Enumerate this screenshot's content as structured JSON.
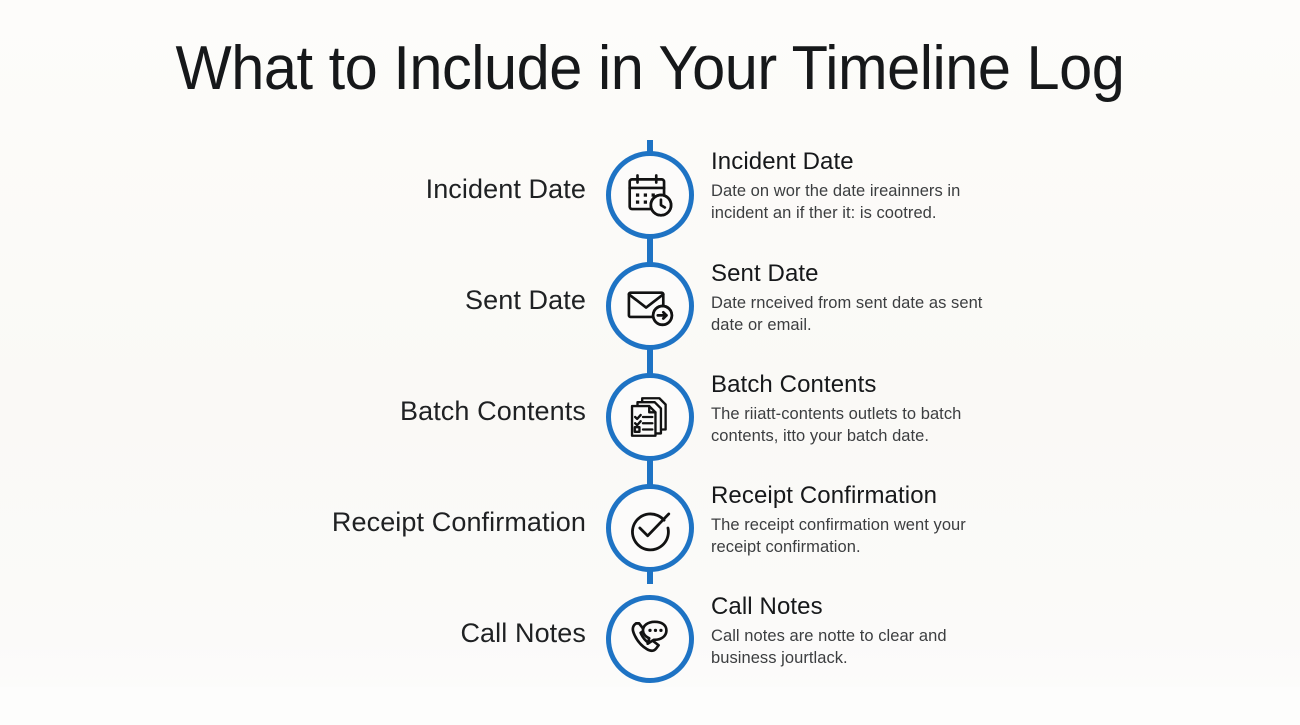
{
  "title": "What to Include in Your Timeline Log",
  "theme": {
    "accent_blue": "#1e73c4",
    "background": "#fbfaf8",
    "heading_text": "#16181a",
    "body_text": "#3c3e40"
  },
  "timeline": {
    "items": [
      {
        "label": "Incident Date",
        "heading": "Incident Date",
        "description": "Date on wor the date ireainners in incident an if ther it: is cootred.",
        "icon": "calendar-clock-icon"
      },
      {
        "label": "Sent Date",
        "heading": "Sent Date",
        "description": "Date rnceived from sent date as sent date or email.",
        "icon": "envelope-arrow-icon"
      },
      {
        "label": "Batch Contents",
        "heading": "Batch Contents",
        "description": "The riiatt-contents outlets to batch contents, itto your batch date.",
        "icon": "documents-checklist-icon"
      },
      {
        "label": "Receipt Confirmation",
        "heading": "Receipt Confirmation",
        "description": "The receipt confirmation went your receipt confirmation.",
        "icon": "check-circle-icon"
      },
      {
        "label": "Call Notes",
        "heading": "Call Notes",
        "description": "Call notes are notte to clear and business jourtlack.",
        "icon": "phone-chat-icon"
      }
    ]
  }
}
